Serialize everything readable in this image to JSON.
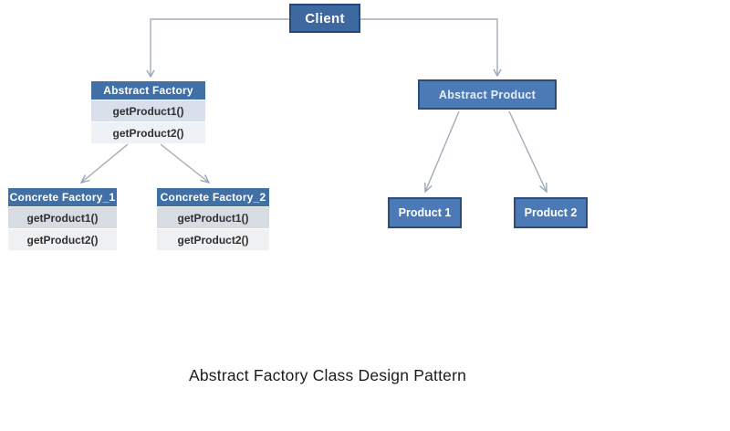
{
  "diagram": {
    "caption": "Abstract Factory Class Design Pattern",
    "client": {
      "label": "Client"
    },
    "abstract_factory": {
      "title": "Abstract Factory",
      "methods": [
        "getProduct1()",
        "getProduct2()"
      ]
    },
    "concrete_factory_1": {
      "title": "Concrete Factory_1",
      "methods": [
        "getProduct1()",
        "getProduct2()"
      ]
    },
    "concrete_factory_2": {
      "title": "Concrete Factory_2",
      "methods": [
        "getProduct1()",
        "getProduct2()"
      ]
    },
    "abstract_product": {
      "label": "Abstract Product"
    },
    "product_1": {
      "label": "Product 1"
    },
    "product_2": {
      "label": "Product 2"
    },
    "colors": {
      "client_fill": "#3e68a0",
      "node_fill": "#4b7ab6",
      "node_border": "#2b4c7e",
      "class_header_fill": "#4170a6",
      "method_row_fill_dark": "#d8dfeb",
      "method_row_fill_light": "#eef1f6",
      "connector": "#a3abb8",
      "caption_color": "#1c1c1c",
      "background": "#ffffff"
    }
  }
}
